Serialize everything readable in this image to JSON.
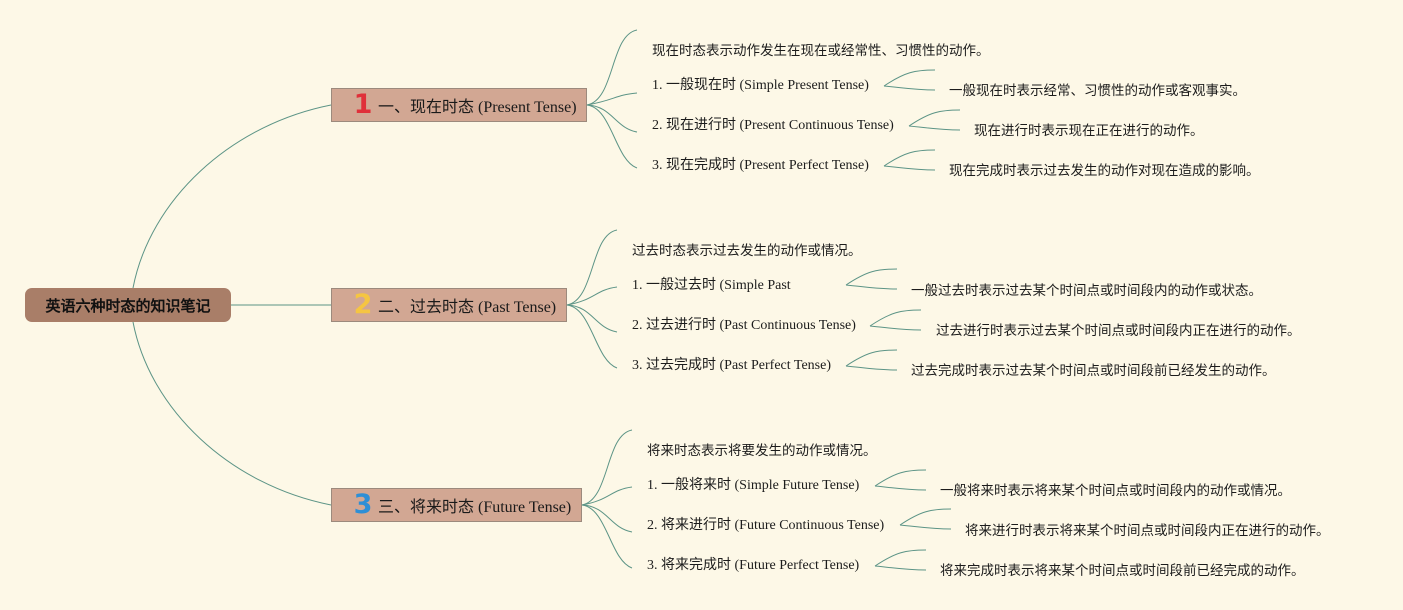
{
  "root": {
    "label": "英语六种时态的知识笔记"
  },
  "branches": [
    {
      "number": "1",
      "label": "一、现在时态 (Present Tense)",
      "badge_color": "#e0303a",
      "intro": "现在时态表示动作发生在现在或经常性、习惯性的动作。",
      "items": [
        {
          "label": "1. 一般现在时 (Simple Present Tense)",
          "desc": "一般现在时表示经常、习惯性的动作或客观事实。"
        },
        {
          "label": "2. 现在进行时 (Present Continuous Tense)",
          "desc": "现在进行时表示现在正在进行的动作。"
        },
        {
          "label": "3. 现在完成时 (Present Perfect Tense)",
          "desc": "现在完成时表示过去发生的动作对现在造成的影响。"
        }
      ]
    },
    {
      "number": "2",
      "label": "二、过去时态 (Past Tense)",
      "badge_color": "#f5c542",
      "intro": "过去时态表示过去发生的动作或情况。",
      "items": [
        {
          "label": "1. 一般过去时 (Simple Past",
          "desc": "一般过去时表示过去某个时间点或时间段内的动作或状态。"
        },
        {
          "label": "2. 过去进行时 (Past Continuous Tense)",
          "desc": "过去进行时表示过去某个时间点或时间段内正在进行的动作。"
        },
        {
          "label": "3. 过去完成时 (Past Perfect Tense)",
          "desc": "过去完成时表示过去某个时间点或时间段前已经发生的动作。"
        }
      ]
    },
    {
      "number": "3",
      "label": "三、将来时态 (Future Tense)",
      "badge_color": "#2e8fd6",
      "intro": "将来时态表示将要发生的动作或情况。",
      "items": [
        {
          "label": "1. 一般将来时 (Simple Future Tense)",
          "desc": "一般将来时表示将来某个时间点或时间段内的动作或情况。"
        },
        {
          "label": "2. 将来进行时 (Future Continuous Tense)",
          "desc": "将来进行时表示将来某个时间点或时间段内正在进行的动作。"
        },
        {
          "label": "3. 将来完成时 (Future Perfect Tense)",
          "desc": "将来完成时表示将来某个时间点或时间段前已经完成的动作。"
        }
      ]
    }
  ],
  "colors": {
    "connector": "#5c9486",
    "background": "#fdf8e7",
    "root_fill": "#a97e68",
    "branch_fill": "#d2a793"
  }
}
